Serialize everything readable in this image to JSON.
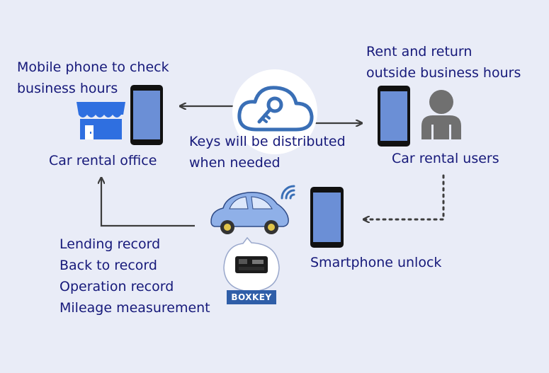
{
  "office": {
    "note_lines": [
      "Mobile phone to check",
      "business hours"
    ],
    "label": "Car rental office"
  },
  "center": {
    "caption_lines": [
      "Keys will be distributed",
      "when needed"
    ]
  },
  "user": {
    "note_lines": [
      "Rent and return",
      "outside business hours"
    ],
    "label": "Car rental users"
  },
  "unlock": {
    "label": "Smartphone unlock"
  },
  "records": {
    "lines": [
      "Lending record",
      "Back to record",
      "Operation record",
      "Mileage measurement"
    ]
  },
  "device": {
    "brand": "BOXKEY"
  },
  "colors": {
    "text": "#16197a",
    "phone_screen": "#6b8fd6",
    "shop": "#2f6fe0",
    "car": "#8fb0e8",
    "cloud": "#3a6fb6",
    "person": "#707070",
    "arrow": "#3d3d3d",
    "background": "#e9ecf7"
  },
  "icons": [
    "storefront-icon",
    "smartphone-icon",
    "cloud-key-icon",
    "person-icon",
    "car-icon",
    "wifi-icon",
    "boxkey-device-icon"
  ]
}
